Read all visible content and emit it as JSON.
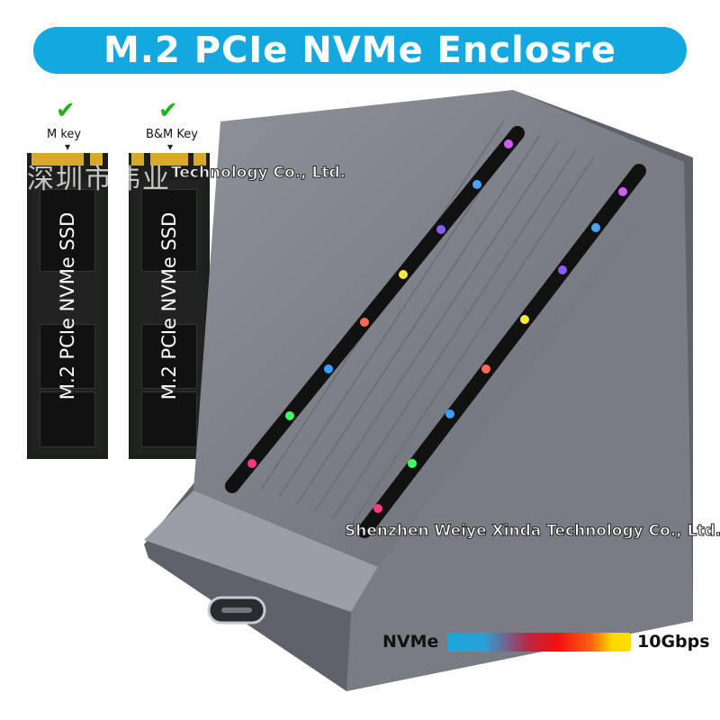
{
  "banner": {
    "title": "M.2 PCIe NVMe Enclosre",
    "color": "#13a8e0"
  },
  "ssd_cards": [
    {
      "key_label": "M key",
      "check_icon": "checkmark-icon",
      "ssd_label": "M.2 PCIe NVMe SSD"
    },
    {
      "key_label": "B&M Key",
      "check_icon": "checkmark-icon",
      "ssd_label": "M.2 PCIe NVMe SSD"
    }
  ],
  "watermarks": {
    "chinese": "深圳市伟业",
    "top": "Technology Co., Ltd.",
    "middle": "Shenzhen Weiye Xinda Technology Co., Ltd."
  },
  "speed_bar": {
    "left_label": "NVMe",
    "right_label": "10Gbps"
  }
}
